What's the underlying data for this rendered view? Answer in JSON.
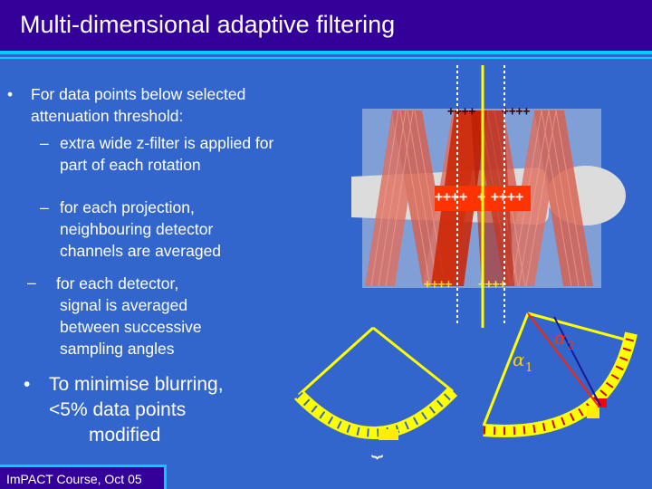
{
  "title": "Multi-dimensional adaptive filtering",
  "bullets": {
    "b1_line1": "For data points below selected",
    "b1_line2": "attenuation threshold:",
    "s1_line1": "extra wide z-filter is applied for",
    "s1_line2": "part of each rotation",
    "s2_line1": "for each projection,",
    "s2_line2": "neighbouring detector",
    "s2_line3": "channels are averaged",
    "s3_line1": "for  each detector,",
    "s3_line2": "signal is averaged",
    "s3_line3": "between successive",
    "s3_line4": "sampling angles",
    "b2_line1": "To minimise blurring,",
    "b2_line2": "<5%  data points",
    "b2_line3": "modified"
  },
  "markers": {
    "bullet": "•",
    "dash": "–"
  },
  "diagram": {
    "alpha1_symbol": "α",
    "alpha1_sub": "1",
    "alpha2_symbol": "α",
    "alpha2_sub": "2",
    "brace": "⏟"
  },
  "footer": {
    "label": "ImPACT Course, Oct 05"
  },
  "colors": {
    "background": "#3366cc",
    "title_bar": "#330099",
    "accent_cyan": "#00ccff",
    "fan_yellow": "#ffff00",
    "helix_salmon": "#e07060",
    "highlight_red": "#ff2200"
  }
}
